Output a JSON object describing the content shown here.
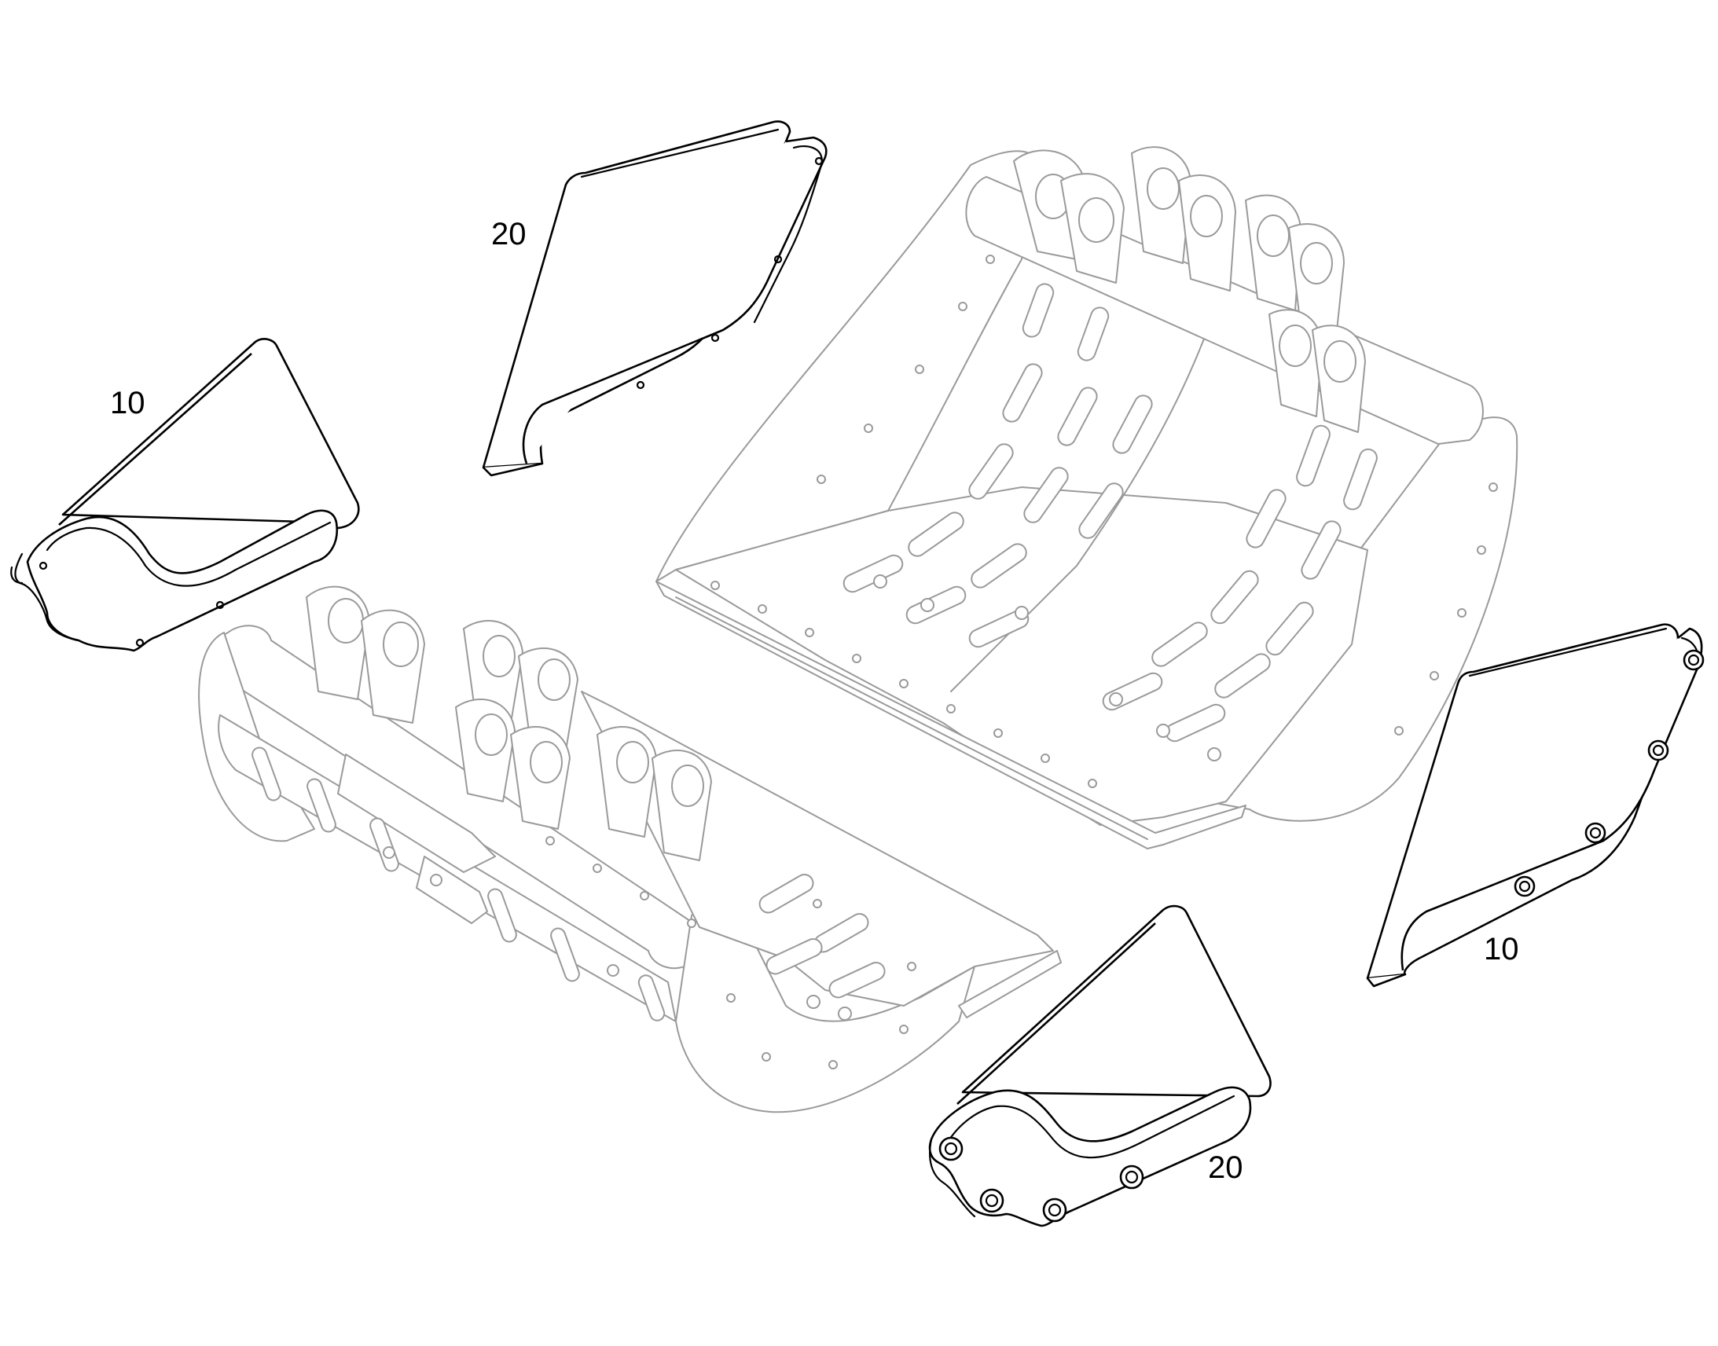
{
  "callouts": {
    "top_left_plate": "10",
    "top_plate": "20",
    "right_plate": "10",
    "bottom_plate": "20"
  },
  "colors": {
    "background": "#ffffff",
    "part_outline": "#000000",
    "ghost_outline": "#9a9a9a"
  }
}
